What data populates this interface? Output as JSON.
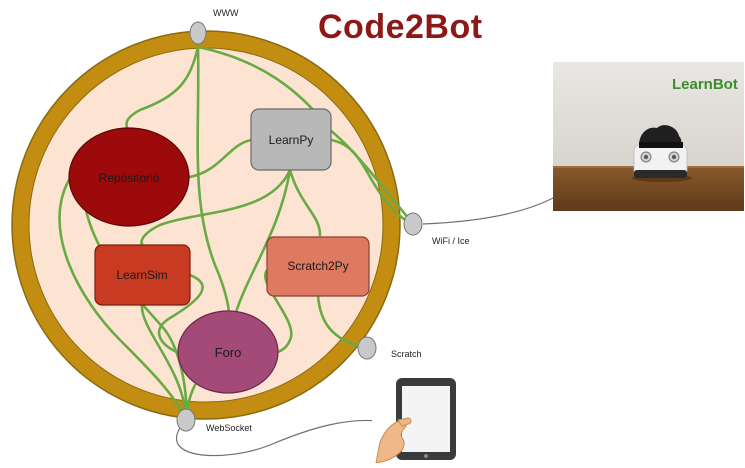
{
  "title": "Code2Bot",
  "photo": {
    "label": "LearnBot"
  },
  "ports": {
    "top": "WWW",
    "right": "WiFi / Ice",
    "scratch": "Scratch",
    "bottom": "WebSocket"
  },
  "nodes": {
    "repositorio": "Repositorio",
    "learnpy": "LearnPy",
    "learnsim": "LearnSim",
    "scratch2py": "Scratch2Py",
    "foro": "Foro"
  },
  "colors": {
    "title": "#8e1818",
    "ring": "#c28d10",
    "inner": "#fde4d2",
    "wire": "#6aaa44",
    "repositorio": "#9d0a0c",
    "learnpy": "#b8b8b8",
    "learnsim": "#c83a22",
    "scratch2py": "#de7a62",
    "foro": "#a44a78",
    "port": "#c9c9c9",
    "label_green": "#3d8c2d"
  }
}
